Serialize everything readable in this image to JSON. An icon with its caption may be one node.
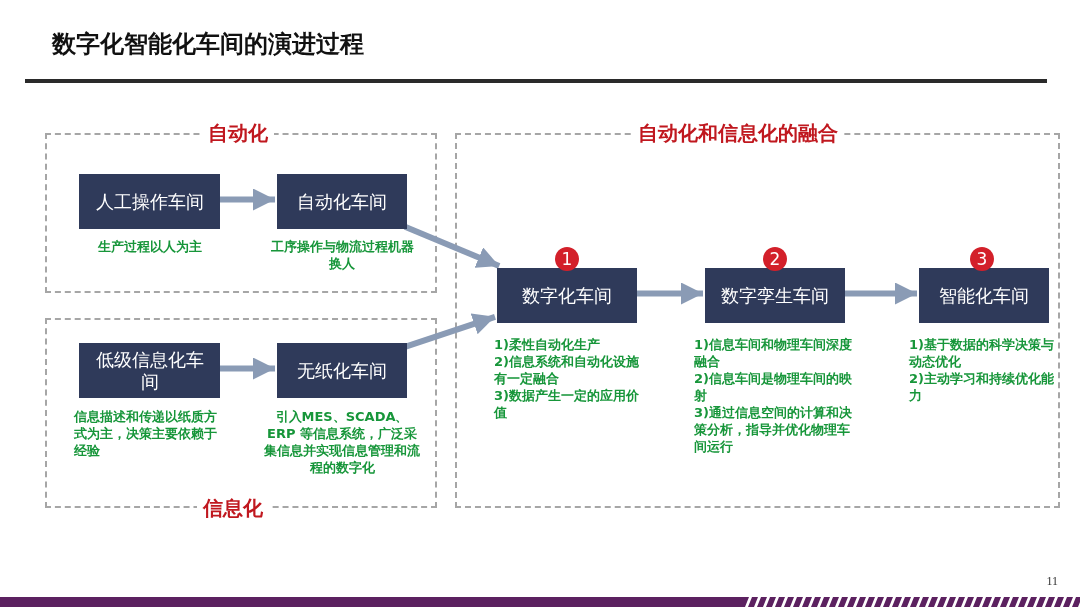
{
  "diagram": {
    "title": "数字化智能化车间的演进过程",
    "nodes": [
      {
        "text": [
          "自动化"
        ]
      },
      {
        "text": [
          "信息化"
        ]
      },
      {
        "text": [
          "自动化和信息化的融合"
        ]
      },
      {
        "text": [
          "人工操作车间"
        ],
        "in": 0,
        "beside": [
          "生产过程以人为主"
        ]
      },
      {
        "text": [
          "自动化车间"
        ],
        "in": 0,
        "beside": [
          "工序操作与物流过程机器换人"
        ]
      },
      {
        "text": [
          "低级信息化车间"
        ],
        "in": 1,
        "beside": [
          "信息描述和传递以纸质方式为主，决策主要依赖于经验"
        ]
      },
      {
        "text": [
          "无纸化车间"
        ],
        "in": 1,
        "beside": [
          "引入MES、SCADA、ERP 等信息系统，广泛采集信息并实现信息管理和流程的数字化"
        ]
      },
      {
        "text": [
          "数字化车间"
        ],
        "in": 2,
        "beside": [
          "1",
          "1)柔性自动化生产",
          "2)信息系统和自动化设施有一定融合",
          "3)数据产生一定的应用价值"
        ]
      },
      {
        "text": [
          "数字孪生车间"
        ],
        "in": 2,
        "beside": [
          "2",
          "1)信息车间和物理车间深度融合",
          "2)信息车间是物理车间的映射",
          "3)通过信息空间的计算和决策分析，指导并优化物理车间运行"
        ]
      },
      {
        "text": [
          "智能化车间"
        ],
        "in": 2,
        "beside": [
          "3",
          "1)基于数据的科学决策与动态优化",
          "2)主动学习和持续优化能力"
        ]
      }
    ],
    "edges": [
      {
        "from": 3,
        "to": 4,
        "arrow": "to"
      },
      {
        "from": 5,
        "to": 6,
        "arrow": "to"
      },
      {
        "from": 4,
        "to": 7,
        "arrow": "to"
      },
      {
        "from": 6,
        "to": 7,
        "arrow": "to"
      },
      {
        "from": 7,
        "to": 8,
        "arrow": "to"
      },
      {
        "from": 8,
        "to": 9,
        "arrow": "to"
      }
    ],
    "labels": [
      "11"
    ]
  }
}
